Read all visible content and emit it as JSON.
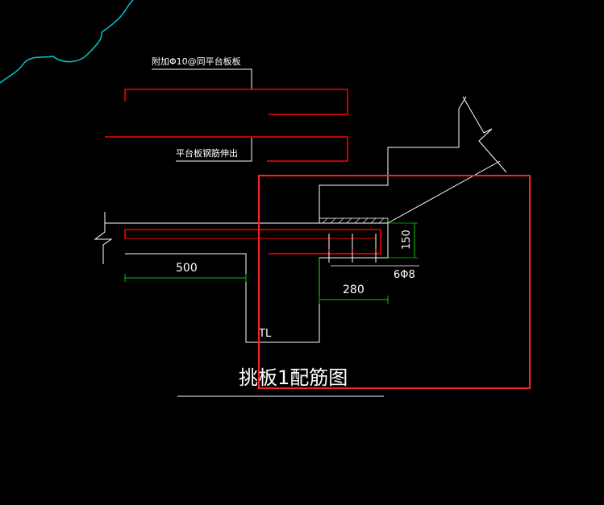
{
  "drawing": {
    "title": "挑板1配筋图",
    "note_top": "附加Φ10@同平台板板",
    "note_mid": "平台板钢筋伸出",
    "dim_500": "500",
    "dim_280": "280",
    "dim_150": "150",
    "rebar_label": "6Φ8",
    "beam_label": "TL"
  },
  "colors": {
    "background": "#000000",
    "line_white": "#ffffff",
    "rebar_red": "#ff0000",
    "dimension_green": "#00cc00",
    "cloud_cyan": "#00c8c8",
    "highlight_box": "#ff2020"
  }
}
